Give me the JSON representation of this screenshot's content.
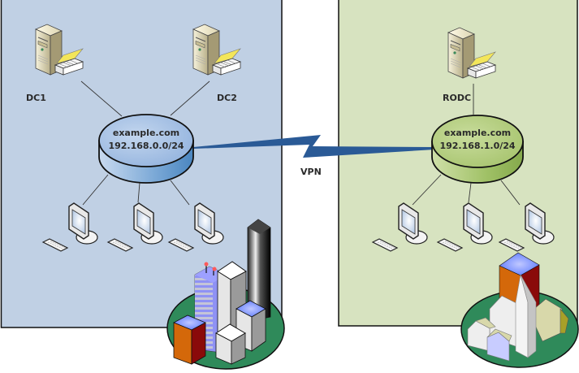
{
  "sites": [
    {
      "id": "site-main",
      "panel_color": "#c0d0e4",
      "servers": [
        {
          "label": "DC1"
        },
        {
          "label": "DC2"
        }
      ],
      "router": {
        "domain": "example.com",
        "subnet": "192.168.0.0/24",
        "color_top": "#a7c2e4",
        "color_side": "#5b93c8"
      },
      "workstations": 3,
      "illustration": "city-buildings"
    },
    {
      "id": "site-branch",
      "panel_color": "#d7e3c0",
      "servers": [
        {
          "label": "RODC"
        }
      ],
      "router": {
        "domain": "example.com",
        "subnet": "192.168.1.0/24",
        "color_top": "#b6cf86",
        "color_side": "#8fb356"
      },
      "workstations": 3,
      "illustration": "village-church"
    }
  ],
  "link": {
    "label": "VPN",
    "color": "#2a5a96"
  }
}
